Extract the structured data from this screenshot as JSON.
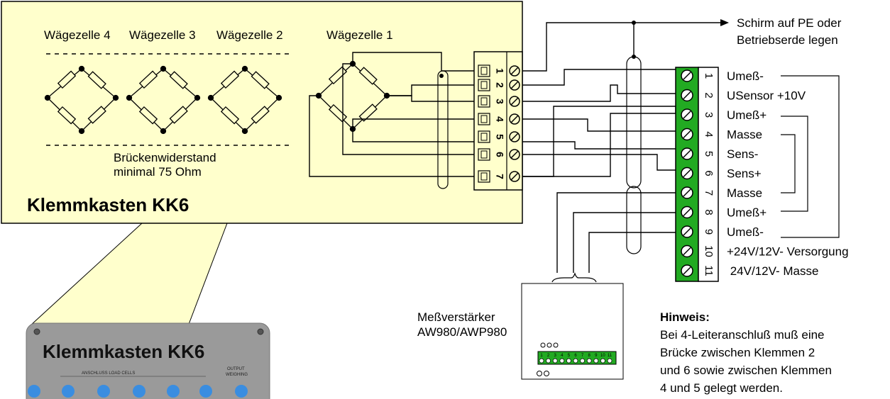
{
  "load_cells": {
    "cell_4": "Wägezelle 4",
    "cell_3": "Wägezelle 3",
    "cell_2": "Wägezelle 2",
    "cell_1": "Wägezelle 1"
  },
  "bridge_note": {
    "line1": "Brückenwiderstand",
    "line2": "minimal 75 Ohm"
  },
  "box_title": "Klemmkasten KK6",
  "photo": {
    "title": "Klemmkasten KK6",
    "caption_left": "ANSCHLUSS LOAD CELLS",
    "caption_right_1": "OUTPUT",
    "caption_right_2": "WEIGHING"
  },
  "kk6_terminals": [
    "1",
    "2",
    "3",
    "4",
    "5",
    "6",
    "7"
  ],
  "shield_note": {
    "line1": "Schirm auf PE oder",
    "line2": "Betriebserde legen"
  },
  "green_terminals": [
    "1",
    "2",
    "3",
    "4",
    "5",
    "6",
    "7",
    "8",
    "9",
    "10",
    "11"
  ],
  "terminal_labels": [
    "Umeß-",
    "USensor +10V",
    "Umeß+",
    "Masse",
    "Sens-",
    "Sens+",
    "Masse",
    "Umeß+",
    "Umeß-",
    "+24V/12V- Versorgung",
    " 24V/12V- Masse"
  ],
  "amplifier": {
    "line1": "Meßverstärker",
    "line2": "AW980/AWP980",
    "terminals": [
      "1",
      "2",
      "3",
      "4",
      "5",
      "6",
      "7",
      "8",
      "9",
      "10",
      "11"
    ]
  },
  "hint": {
    "title": "Hinweis:",
    "line1": "Bei 4-Leiteranschluß muß eine",
    "line2": "Brücke zwischen Klemmen 2",
    "line3": "und 6 sowie zwischen Klemmen",
    "line4": "4 und 5 gelegt werden."
  },
  "colors": {
    "box_fill": "#ffffcc",
    "terminal_green": "#22aa22",
    "photo_panel": "#9a9a9a",
    "connector_blue": "#3a8de0"
  }
}
